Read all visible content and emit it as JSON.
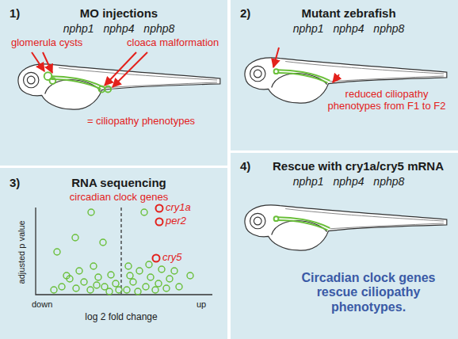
{
  "diagram": {
    "nodes": [
      {
        "text": [
          "1)",
          "MO injections",
          "nphp1 nphp4 nphp8",
          "glomerula cysts",
          "cloaca malformation",
          "= ciliopathy phenotypes"
        ]
      },
      {
        "text": [
          "2)",
          "Mutant zebrafish",
          "nphp1 nphp4 nphp8",
          "reduced ciliopathy phenotypes from F1 to F2"
        ]
      },
      {
        "text": [
          "3)",
          "RNA sequencing",
          "circadian clock genes",
          "cry1a",
          "per2",
          "cry5",
          "adjusted p value",
          "down",
          "log 2 fold change",
          "up"
        ]
      },
      {
        "text": [
          "4)",
          "Rescue with cry1a/cry5 mRNA",
          "nphp1 nphp4 nphp8",
          "Circadian clock genes rescue ciliopathy phenotypes."
        ]
      }
    ]
  }
}
